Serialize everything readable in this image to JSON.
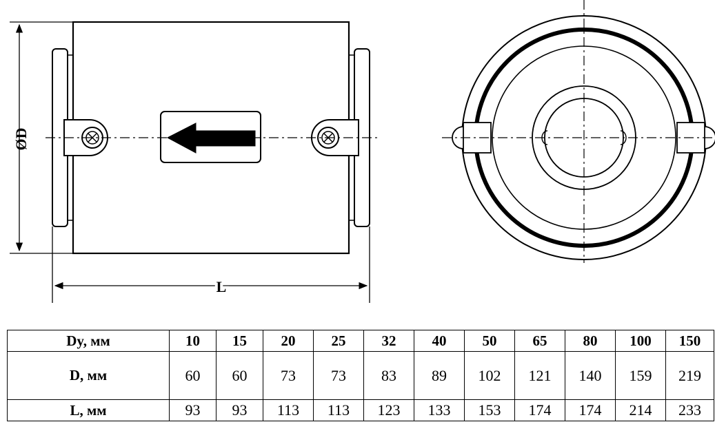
{
  "drawing": {
    "dim_diameter": "ØD",
    "dim_length": "L"
  },
  "table": {
    "rows": [
      {
        "header": "Dy, мм",
        "values": [
          "10",
          "15",
          "20",
          "25",
          "32",
          "40",
          "50",
          "65",
          "80",
          "100",
          "150"
        ]
      },
      {
        "header": "D, мм",
        "values": [
          "60",
          "60",
          "73",
          "73",
          "83",
          "89",
          "102",
          "121",
          "140",
          "159",
          "219"
        ]
      },
      {
        "header": "L, мм",
        "values": [
          "93",
          "93",
          "113",
          "113",
          "123",
          "133",
          "153",
          "174",
          "174",
          "214",
          "233"
        ]
      }
    ]
  }
}
